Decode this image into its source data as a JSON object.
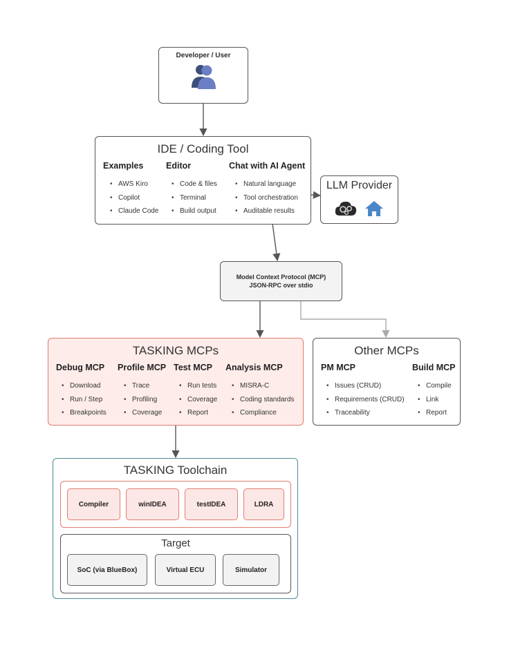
{
  "user": {
    "label": "Developer / User",
    "icon": "users-icon"
  },
  "ide": {
    "title": "IDE / Coding Tool",
    "columns": [
      {
        "heading": "Examples",
        "items": [
          "AWS Kiro",
          "Copilot",
          "Claude Code"
        ]
      },
      {
        "heading": "Editor",
        "items": [
          "Code & files",
          "Terminal",
          "Build output"
        ]
      },
      {
        "heading": "Chat with AI Agent",
        "items": [
          "Natural language",
          "Tool orchestration",
          "Auditable results"
        ]
      }
    ]
  },
  "llm": {
    "title": "LLM Provider",
    "icons": [
      "openai-gear-cloud-icon",
      "house-icon"
    ]
  },
  "mcp": {
    "line1": "Model Context Protocol (MCP)",
    "line2": "JSON-RPC over stdio"
  },
  "tasking_mcps": {
    "title": "TASKING MCPs",
    "columns": [
      {
        "heading": "Debug MCP",
        "items": [
          "Download",
          "Run / Step",
          "Breakpoints"
        ]
      },
      {
        "heading": "Profile MCP",
        "items": [
          "Trace",
          "Profiling",
          "Coverage"
        ]
      },
      {
        "heading": "Test MCP",
        "items": [
          "Run tests",
          "Coverage",
          "Report"
        ]
      },
      {
        "heading": "Analysis MCP",
        "items": [
          "MISRA-C",
          "Coding standards",
          "Compliance"
        ]
      }
    ]
  },
  "other_mcps": {
    "title": "Other MCPs",
    "columns": [
      {
        "heading": "PM MCP",
        "items": [
          "Issues (CRUD)",
          "Requirements (CRUD)",
          "Traceability"
        ]
      },
      {
        "heading": "Build MCP",
        "items": [
          "Compile",
          "Link",
          "Report"
        ]
      }
    ]
  },
  "toolchain": {
    "title": "TASKING Toolchain",
    "tools": [
      "Compiler",
      "winIDEA",
      "testIDEA",
      "LDRA"
    ],
    "target": {
      "title": "Target",
      "items": [
        "SoC (via BlueBox)",
        "Virtual ECU",
        "Simulator"
      ]
    }
  },
  "colors": {
    "border": "#555555",
    "accent_red": "#e07b72",
    "accent_red_bg": "#fdecea",
    "accent_teal": "#4a8a96",
    "icon_blue": "#4a86c8"
  }
}
